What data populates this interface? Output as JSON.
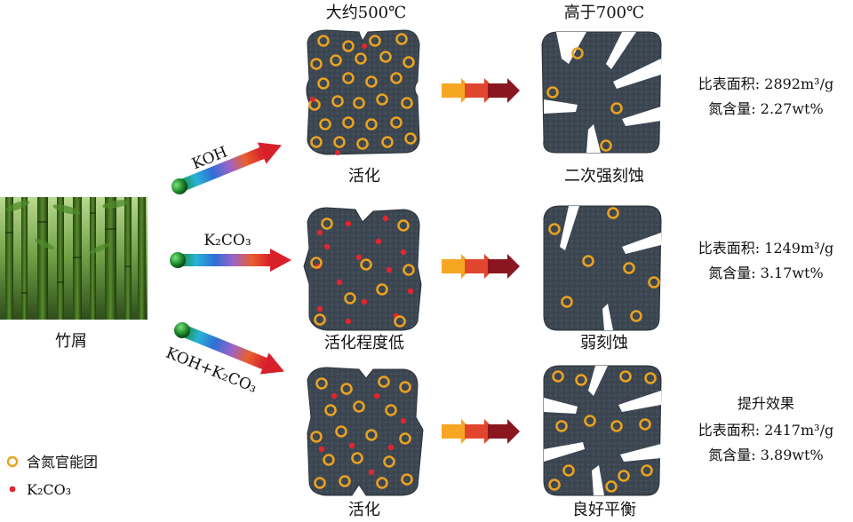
{
  "source": {
    "label": "竹屑"
  },
  "routes": [
    {
      "activator": "KOH",
      "stage1_label": "活化",
      "stage1_temp": "大约500℃",
      "stage2_label": "二次强刻蚀",
      "stage2_temp": "高于700℃",
      "surface_area": "比表面积: 2892m³/g",
      "nitrogen": "氮含量: 2.27wt%",
      "note": ""
    },
    {
      "activator": "K₂CO₃",
      "stage1_label": "活化程度低",
      "stage1_temp": "",
      "stage2_label": "弱刻蚀",
      "stage2_temp": "",
      "surface_area": "比表面积: 1249m³/g",
      "nitrogen": "氮含量: 3.17wt%",
      "note": ""
    },
    {
      "activator": "KOH+K₂CO₃",
      "stage1_label": "活化",
      "stage1_temp": "",
      "stage2_label": "良好平衡",
      "stage2_temp": "",
      "surface_area": "比表面积: 2417m³/g",
      "nitrogen": "氮含量: 3.89wt%",
      "note": "提升效果"
    }
  ],
  "legend": [
    {
      "symbol": "orange-ring",
      "label": "含氮官能团"
    },
    {
      "symbol": "red-dot",
      "label": "K₂CO₃"
    }
  ],
  "colors": {
    "particle": "#3d4752",
    "nitrogen_ring": "#e9a21f",
    "k2co3_dot": "#e0262e"
  }
}
